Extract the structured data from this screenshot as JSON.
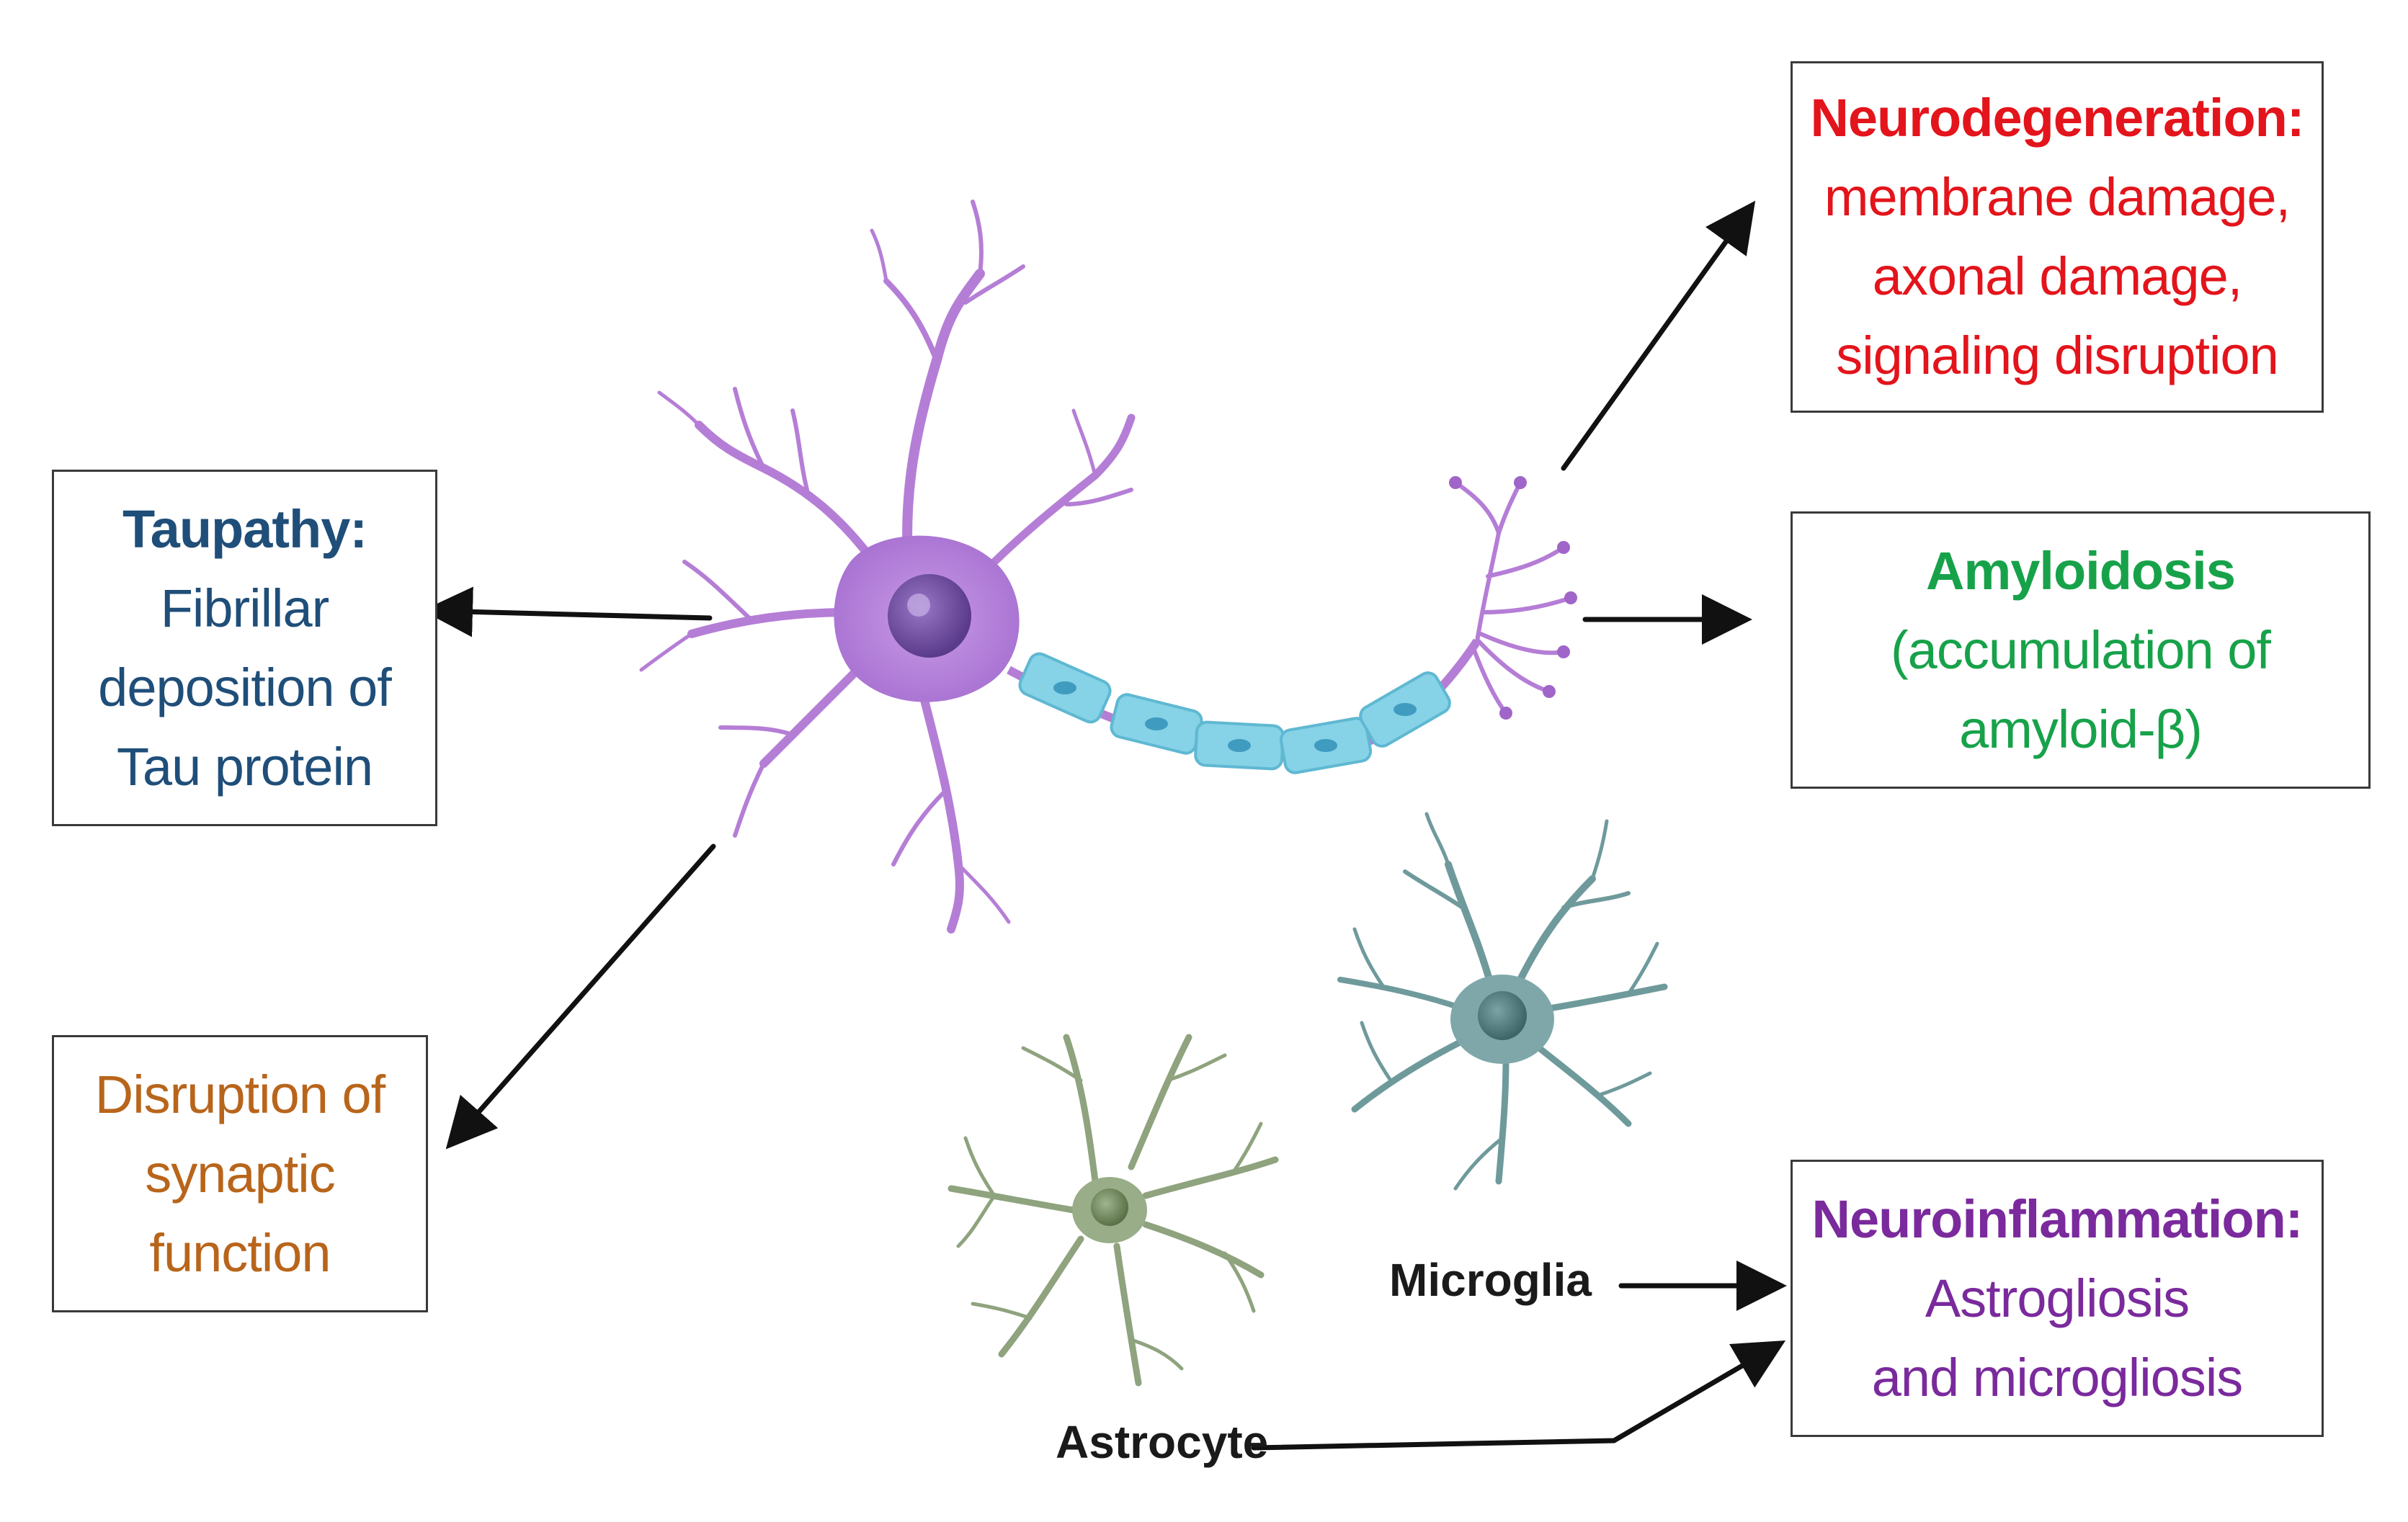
{
  "boxes": {
    "neurodegeneration": {
      "title": "Neurodegeneration:",
      "lines": [
        "membrane damage,",
        "axonal damage,",
        "signaling disruption"
      ],
      "color": "#e3141b"
    },
    "amyloidosis": {
      "title": "Amyloidosis",
      "lines": [
        "(accumulation of",
        "amyloid-β)"
      ],
      "color": "#17a24a"
    },
    "taupathy": {
      "title": "Taupathy:",
      "lines": [
        "Fibrillar",
        "deposition of",
        "Tau protein"
      ],
      "color": "#1f4e79"
    },
    "synaptic": {
      "lines": [
        "Disruption of",
        "synaptic",
        "function"
      ],
      "color": "#b8651b"
    },
    "neuroinflammation": {
      "title": "Neuroinflammation:",
      "lines": [
        "Astrogliosis",
        "and microgliosis"
      ],
      "color": "#7a2a9c"
    }
  },
  "labels": {
    "microglia": "Microglia",
    "astrocyte": "Astrocyte"
  },
  "colors": {
    "neuron": "#b57ed6",
    "neuron_soma": "#9a5fc8",
    "myelin": "#86d2e6",
    "microglia": "#6f9a9c",
    "astrocyte": "#8ea37e",
    "arrow": "#111111"
  }
}
